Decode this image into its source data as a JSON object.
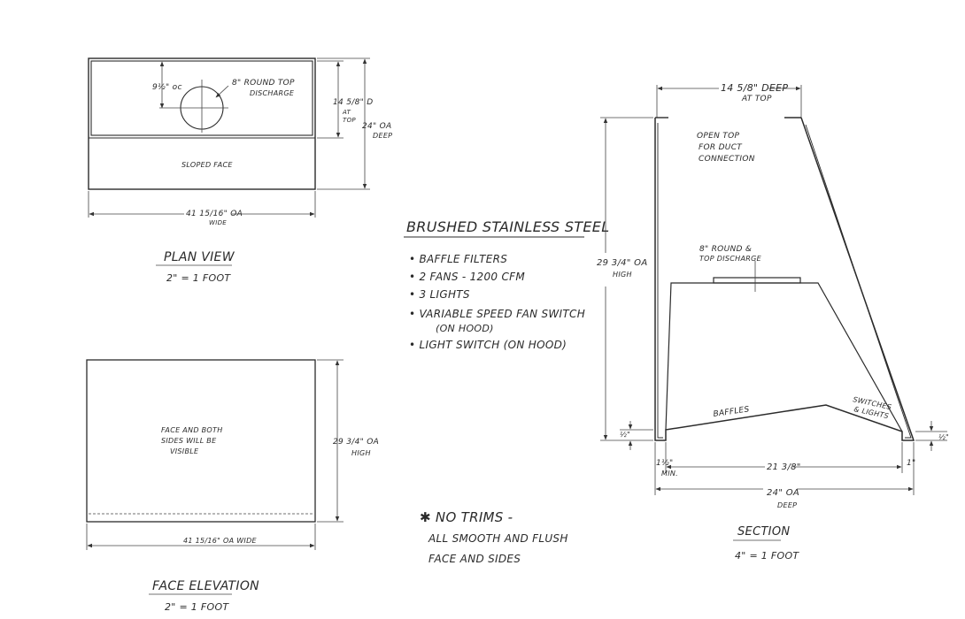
{
  "plan_view": {
    "title": "PLAN VIEW",
    "scale": "2\" = 1 FOOT",
    "center_dim": "9½\" oc",
    "discharge_label": [
      "8\" ROUND TOP",
      "DISCHARGE"
    ],
    "inner_depth": [
      "14 5/8\" D",
      "AT",
      "TOP"
    ],
    "overall_depth": [
      "24\" OA",
      "DEEP"
    ],
    "sloped_face": "SLOPED FACE",
    "width": [
      "41 15/16\" OA",
      "WIDE"
    ]
  },
  "face_elevation": {
    "title": "FACE ELEVATION",
    "scale": "2\" = 1 FOOT",
    "note": [
      "FACE AND BOTH",
      "SIDES WILL BE",
      "VISIBLE"
    ],
    "height": [
      "29 3/4\" OA",
      "HIGH"
    ],
    "width": "41 15/16\" OA WIDE"
  },
  "spec": {
    "title": "BRUSHED STAINLESS STEEL",
    "items": [
      "• BAFFLE FILTERS",
      "• 2 FANS - 1200 CFM",
      "• 3 LIGHTS",
      "• VARIABLE SPEED FAN SWITCH",
      "(ON HOOD)",
      "• LIGHT SWITCH (ON HOOD)"
    ]
  },
  "notes": {
    "title": "✱ NO TRIMS -",
    "lines": [
      "ALL SMOOTH AND FLUSH",
      "FACE AND SIDES"
    ]
  },
  "section": {
    "title": "SECTION",
    "scale": "4\" = 1 FOOT",
    "top_depth": [
      "14 5/8\" DEEP",
      "AT TOP"
    ],
    "open_top": [
      "OPEN TOP",
      "FOR DUCT",
      "CONNECTION"
    ],
    "height": [
      "29 3/4\" OA",
      "HIGH"
    ],
    "discharge": [
      "8\" ROUND &",
      "TOP DISCHARGE"
    ],
    "baffles": "BAFFLES",
    "switches": [
      "SWITCHES",
      "& LIGHTS"
    ],
    "left_half": "½\"",
    "right_half": "½\"",
    "min_dim": [
      "1½\"",
      "MIN."
    ],
    "mid_dim": "21 3/8\"",
    "right_dim": "1\"",
    "overall_depth": [
      "24\" OA",
      "DEEP"
    ]
  }
}
